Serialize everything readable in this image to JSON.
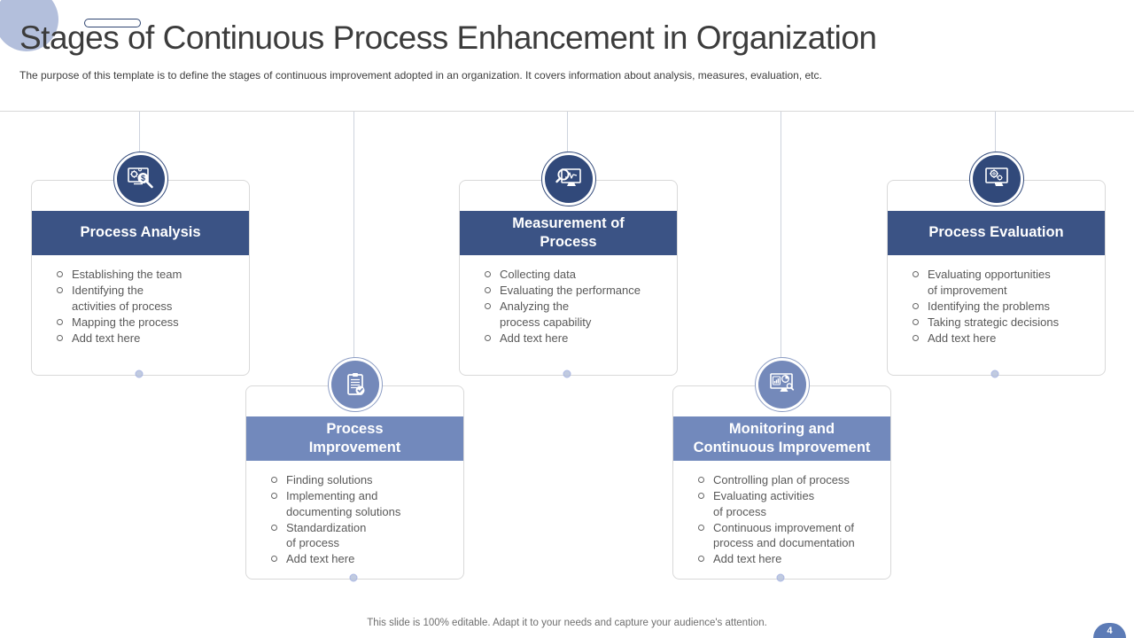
{
  "slide": {
    "title": "Stages of Continuous Process Enhancement in Organization",
    "subtitle": "The purpose of this template is to define the stages of continuous improvement adopted in an organization. It covers information about analysis, measures, evaluation, etc.",
    "footer": "This slide is 100% editable. Adapt it to your needs and capture your audience's attention.",
    "page_number": "4"
  },
  "colors": {
    "header_dark": "#3b5385",
    "header_light": "#7289bc",
    "icon_circle_dark": "#31497a",
    "icon_circle_light": "#7489ba",
    "body_text": "#595959",
    "accent_deco": "#b3bfdc",
    "page_dome": "#5c7bb6",
    "connector": "#cdd3dd"
  },
  "cards": [
    {
      "title": "Process Analysis",
      "icon": "monitor-gear-dollar-magnifier-icon",
      "items": [
        "Establishing the team",
        "Identifying the\nactivities of process",
        "Mapping the process",
        "Add text here"
      ]
    },
    {
      "title": "Measurement of\nProcess",
      "icon": "magnifier-monitor-pulse-icon",
      "items": [
        "Collecting data",
        "Evaluating the performance",
        "Analyzing the\nprocess capability",
        "Add text here"
      ]
    },
    {
      "title": "Process Evaluation",
      "icon": "monitor-gears-icon",
      "items": [
        "Evaluating opportunities\nof improvement",
        "Identifying the problems",
        "Taking strategic decisions",
        "Add text here"
      ]
    },
    {
      "title": "Process\nImprovement",
      "icon": "clipboard-check-icon",
      "items": [
        "Finding solutions",
        "Implementing and\ndocumenting solutions",
        "Standardization\nof process",
        "Add text here"
      ]
    },
    {
      "title": "Monitoring and\nContinuous Improvement",
      "icon": "monitor-charts-magnifier-icon",
      "items": [
        "Controlling plan of process",
        "Evaluating activities\nof process",
        "Continuous improvement of\nprocess and documentation",
        "Add text here"
      ]
    }
  ]
}
